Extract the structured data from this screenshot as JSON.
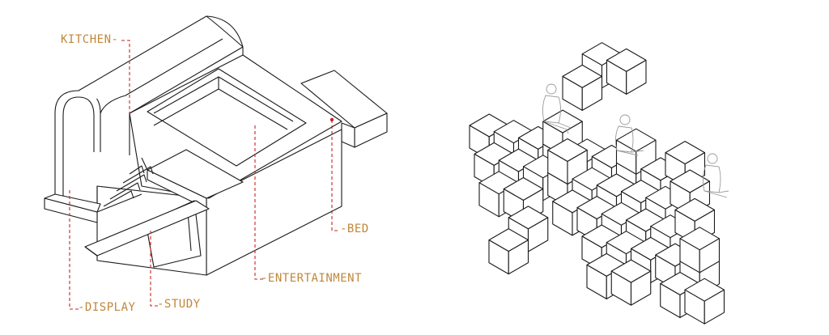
{
  "labels": {
    "kitchen": "KITCHEN-",
    "bed": "-BED",
    "entertainment": "-ENTERTAINMENT",
    "display": "-DISPLAY",
    "study": "-STUDY"
  },
  "colors": {
    "label": "#c0873a",
    "leader": "#cc2222",
    "line": "#1a1a1a",
    "face": "#ffffff",
    "figure": "#999999"
  }
}
